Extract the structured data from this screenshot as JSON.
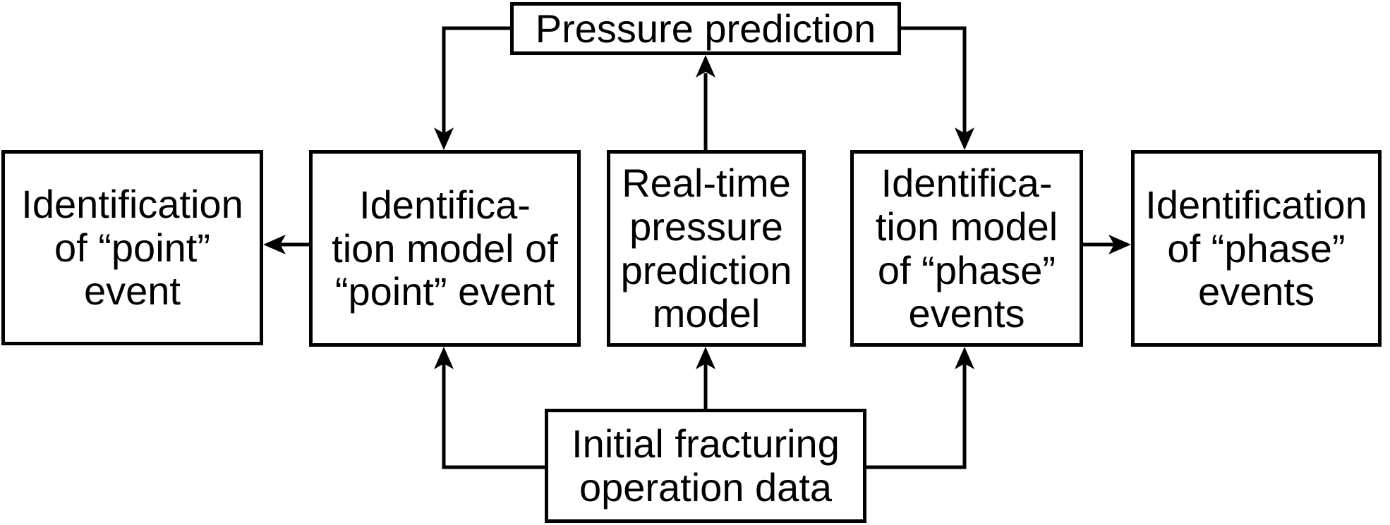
{
  "diagram": {
    "boxes": {
      "pressure_prediction": {
        "label": "Pressure prediction"
      },
      "identification_point_event": {
        "label": "Identification\nof “point”\nevent"
      },
      "point_event_model": {
        "label": "Identifica-\ntion model of\n“point” event"
      },
      "realtime_pressure_model": {
        "label": "Real-time\npressure\nprediction\nmodel"
      },
      "phase_events_model": {
        "label": "Identifica-\ntion model\nof “phase”\nevents"
      },
      "identification_phase_events": {
        "label": "Identification\nof “phase”\nevents"
      },
      "initial_fracturing_data": {
        "label": "Initial fracturing\noperation data"
      }
    },
    "connections": [
      {
        "from": "realtime_pressure_model",
        "to": "pressure_prediction"
      },
      {
        "from": "pressure_prediction",
        "to": "point_event_model"
      },
      {
        "from": "pressure_prediction",
        "to": "phase_events_model"
      },
      {
        "from": "point_event_model",
        "to": "identification_point_event"
      },
      {
        "from": "phase_events_model",
        "to": "identification_phase_events"
      },
      {
        "from": "initial_fracturing_data",
        "to": "realtime_pressure_model"
      },
      {
        "from": "initial_fracturing_data",
        "to": "point_event_model"
      },
      {
        "from": "initial_fracturing_data",
        "to": "phase_events_model"
      }
    ],
    "colors": {
      "background": "#ffffff",
      "box_border": "#000000",
      "text": "#000000",
      "line": "#000000"
    }
  }
}
